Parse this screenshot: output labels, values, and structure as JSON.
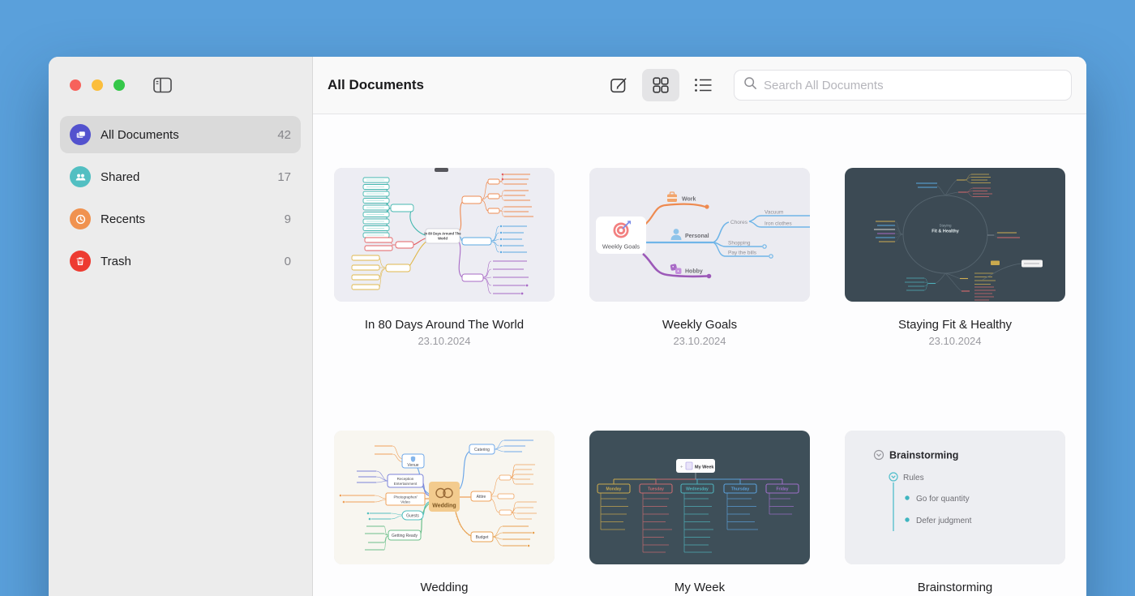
{
  "colors": {
    "desktop_background": "#5AA0DB",
    "sidebar_background": "#ECECEC",
    "selected_row": "#DADADA",
    "all_documents_icon": "#5352CE",
    "shared_icon": "#52BFC2",
    "recents_icon": "#F0924F",
    "trash_icon": "#ED3B31",
    "traffic_red": "#F7625B",
    "traffic_yellow": "#FBBE3C",
    "traffic_green": "#35C749"
  },
  "sidebar": {
    "items": [
      {
        "label": "All Documents",
        "count": "42",
        "icon": "documents-stack-icon",
        "selected": true
      },
      {
        "label": "Shared",
        "count": "17",
        "icon": "people-icon",
        "selected": false
      },
      {
        "label": "Recents",
        "count": "9",
        "icon": "clock-icon",
        "selected": false
      },
      {
        "label": "Trash",
        "count": "0",
        "icon": "trash-icon",
        "selected": false
      }
    ]
  },
  "header": {
    "title": "All Documents",
    "active_view": "grid",
    "search": {
      "placeholder": "Search All Documents",
      "value": ""
    }
  },
  "documents": [
    {
      "title": "In 80 Days Around The World",
      "date": "23.10.2024"
    },
    {
      "title": "Weekly Goals",
      "date": "23.10.2024"
    },
    {
      "title": "Staying Fit & Healthy",
      "date": "23.10.2024"
    },
    {
      "title": "Wedding"
    },
    {
      "title": "My Week"
    },
    {
      "title": "Brainstorming"
    }
  ],
  "thumbnails": {
    "in80days": {
      "center_line1": "In 80 Days Around The",
      "center_line2": "World"
    },
    "weekly_goals": {
      "center": "Weekly Goals",
      "work": "Work",
      "personal": "Personal",
      "hobby": "Hobby",
      "chores": "Chores",
      "vacuum": "Vacuum",
      "iron_clothes": "Iron clothes",
      "shopping": "Shopping",
      "pay_the_bills": "Pay the bills"
    },
    "staying_fit": {
      "line1": "Staying",
      "line2": "Fit & Healthy"
    },
    "wedding": {
      "center": "Wedding",
      "venue": "Venue",
      "reception_line1": "Reception",
      "reception_line2": "Entertainment",
      "photographer_line1": "Photographer/",
      "photographer_line2": "Video",
      "guests": "Guests",
      "getting_ready": "Getting Ready",
      "catering": "Catering",
      "attire": "Attire",
      "budget": "Budget"
    },
    "my_week": {
      "center": "My Week",
      "days": [
        {
          "label": "Monday",
          "color": "#C9A94E"
        },
        {
          "label": "Tuesday",
          "color": "#C76B70"
        },
        {
          "label": "Wednesday",
          "color": "#4FB0BA"
        },
        {
          "label": "Thursday",
          "color": "#5B9FD8"
        },
        {
          "label": "Friday",
          "color": "#9D6FC8"
        }
      ]
    },
    "brainstorming": {
      "title": "Brainstorming",
      "rules_label": "Rules",
      "bullet_1": "Go for quantity",
      "bullet_2": "Defer judgment"
    }
  }
}
